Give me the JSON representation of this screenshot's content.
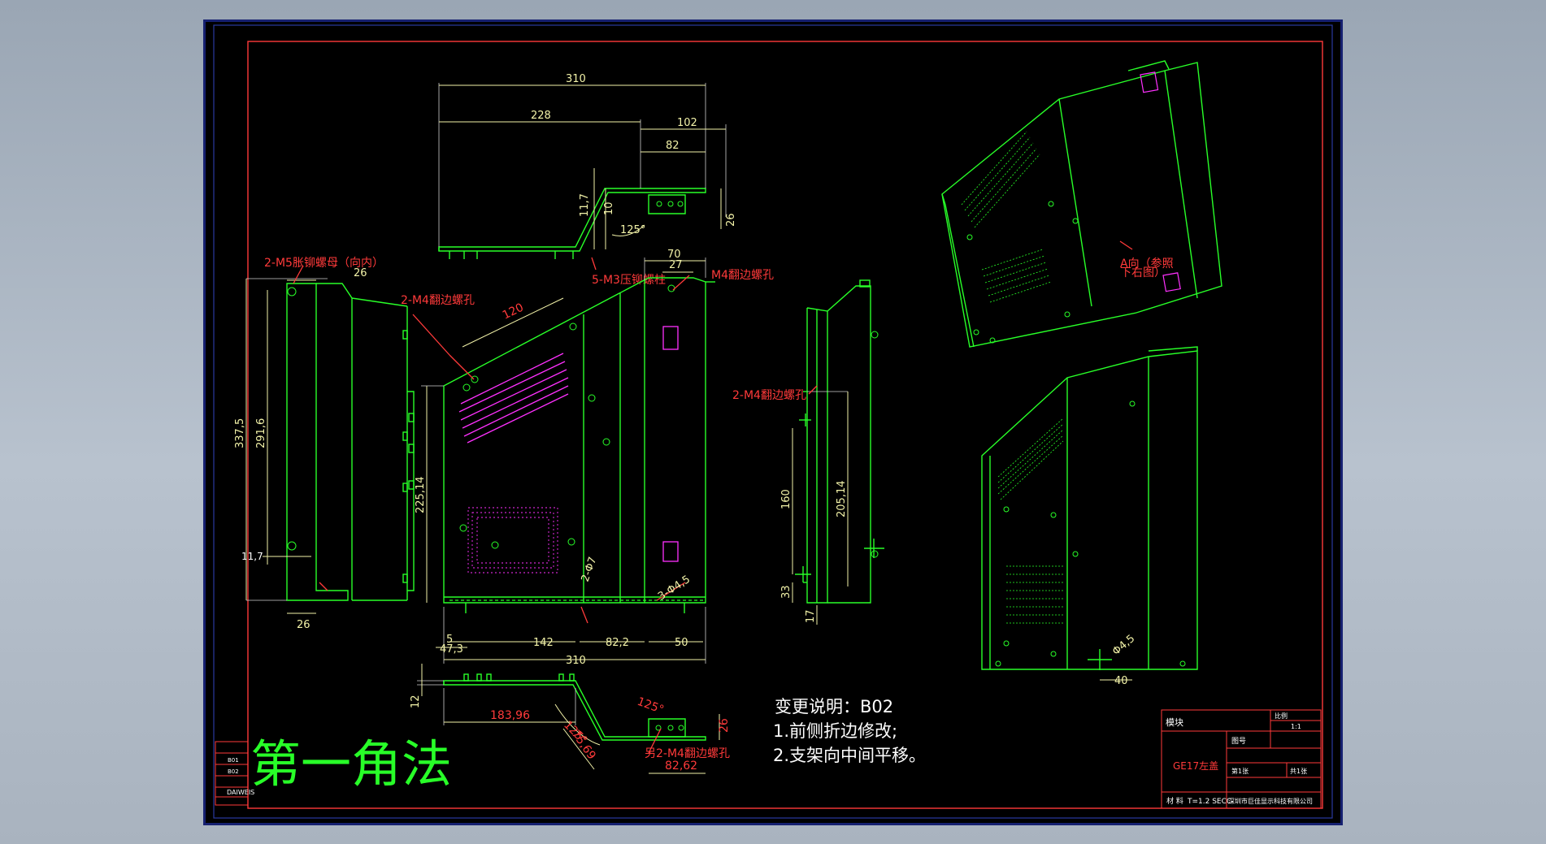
{
  "drawing": {
    "projection_label": "第一角法",
    "colors": {
      "background": "#000000",
      "geometry": "#28ff28",
      "dimension": "#f2f2a8",
      "annotation": "#ff3a3a",
      "border": "#ff3a3a"
    }
  },
  "change_notes": {
    "title": "变更说明：B02",
    "items": [
      "1.前侧折边修改;",
      "2.支架向中间平移。"
    ]
  },
  "top_view": {
    "dims": {
      "overall": "310",
      "left": "228",
      "right": "102",
      "inner": "82",
      "h1": "11,7",
      "h2": "10",
      "h3": "26",
      "angle": "125°"
    },
    "note": "5-M3压铆螺柱"
  },
  "side_view_left": {
    "dims": {
      "h_outer": "337,5",
      "h_inner": "291,6",
      "top": "26",
      "bottom": "26",
      "lower": "11,7"
    },
    "note": "2-M5胀铆螺母（向内）"
  },
  "front_view": {
    "dims": {
      "w_total": "310",
      "w_a": "142",
      "w_b": "82,2",
      "w_c": "50",
      "w_d": "47,3",
      "w_e": "5",
      "h": "225,14",
      "slope": "120",
      "top_a": "70",
      "top_b": "27",
      "hole_a": "2-Φ7",
      "hole_b": "3-Φ4,5"
    },
    "notes": {
      "holes": "2-M4翻边螺孔",
      "top": "M4翻边螺孔"
    }
  },
  "side_view_right": {
    "dims": {
      "h_a": "160",
      "h_b": "205,14",
      "b_a": "33",
      "b_b": "17"
    },
    "note": "2-M4翻边螺孔"
  },
  "bottom_view": {
    "dims": {
      "h": "12",
      "len": "183,96",
      "angle_a": "125°",
      "angle_b": "125°",
      "slant": "75,69",
      "w": "82,62",
      "h2": "26"
    },
    "note": "另2-M4翻边螺孔"
  },
  "iso_top": {
    "note_a": "A向（参照",
    "note_b": "下右图）"
  },
  "iso_bottom": {
    "dims": {
      "hole": "Φ4,5",
      "w": "40"
    }
  },
  "title_block": {
    "product": "GE17左盖",
    "material_label": "材 料",
    "material": "T=1.2 SECC",
    "company": "深圳市巨佳显示科技有限公司",
    "cell_a": "模块",
    "cell_b": "比例",
    "cell_c": "1:1",
    "cell_d": "图号",
    "cell_e": "第1张",
    "cell_f": "共1张"
  },
  "revision_block": {
    "rev": "B01",
    "rev2": "B02",
    "author": "DAIWEIS"
  }
}
